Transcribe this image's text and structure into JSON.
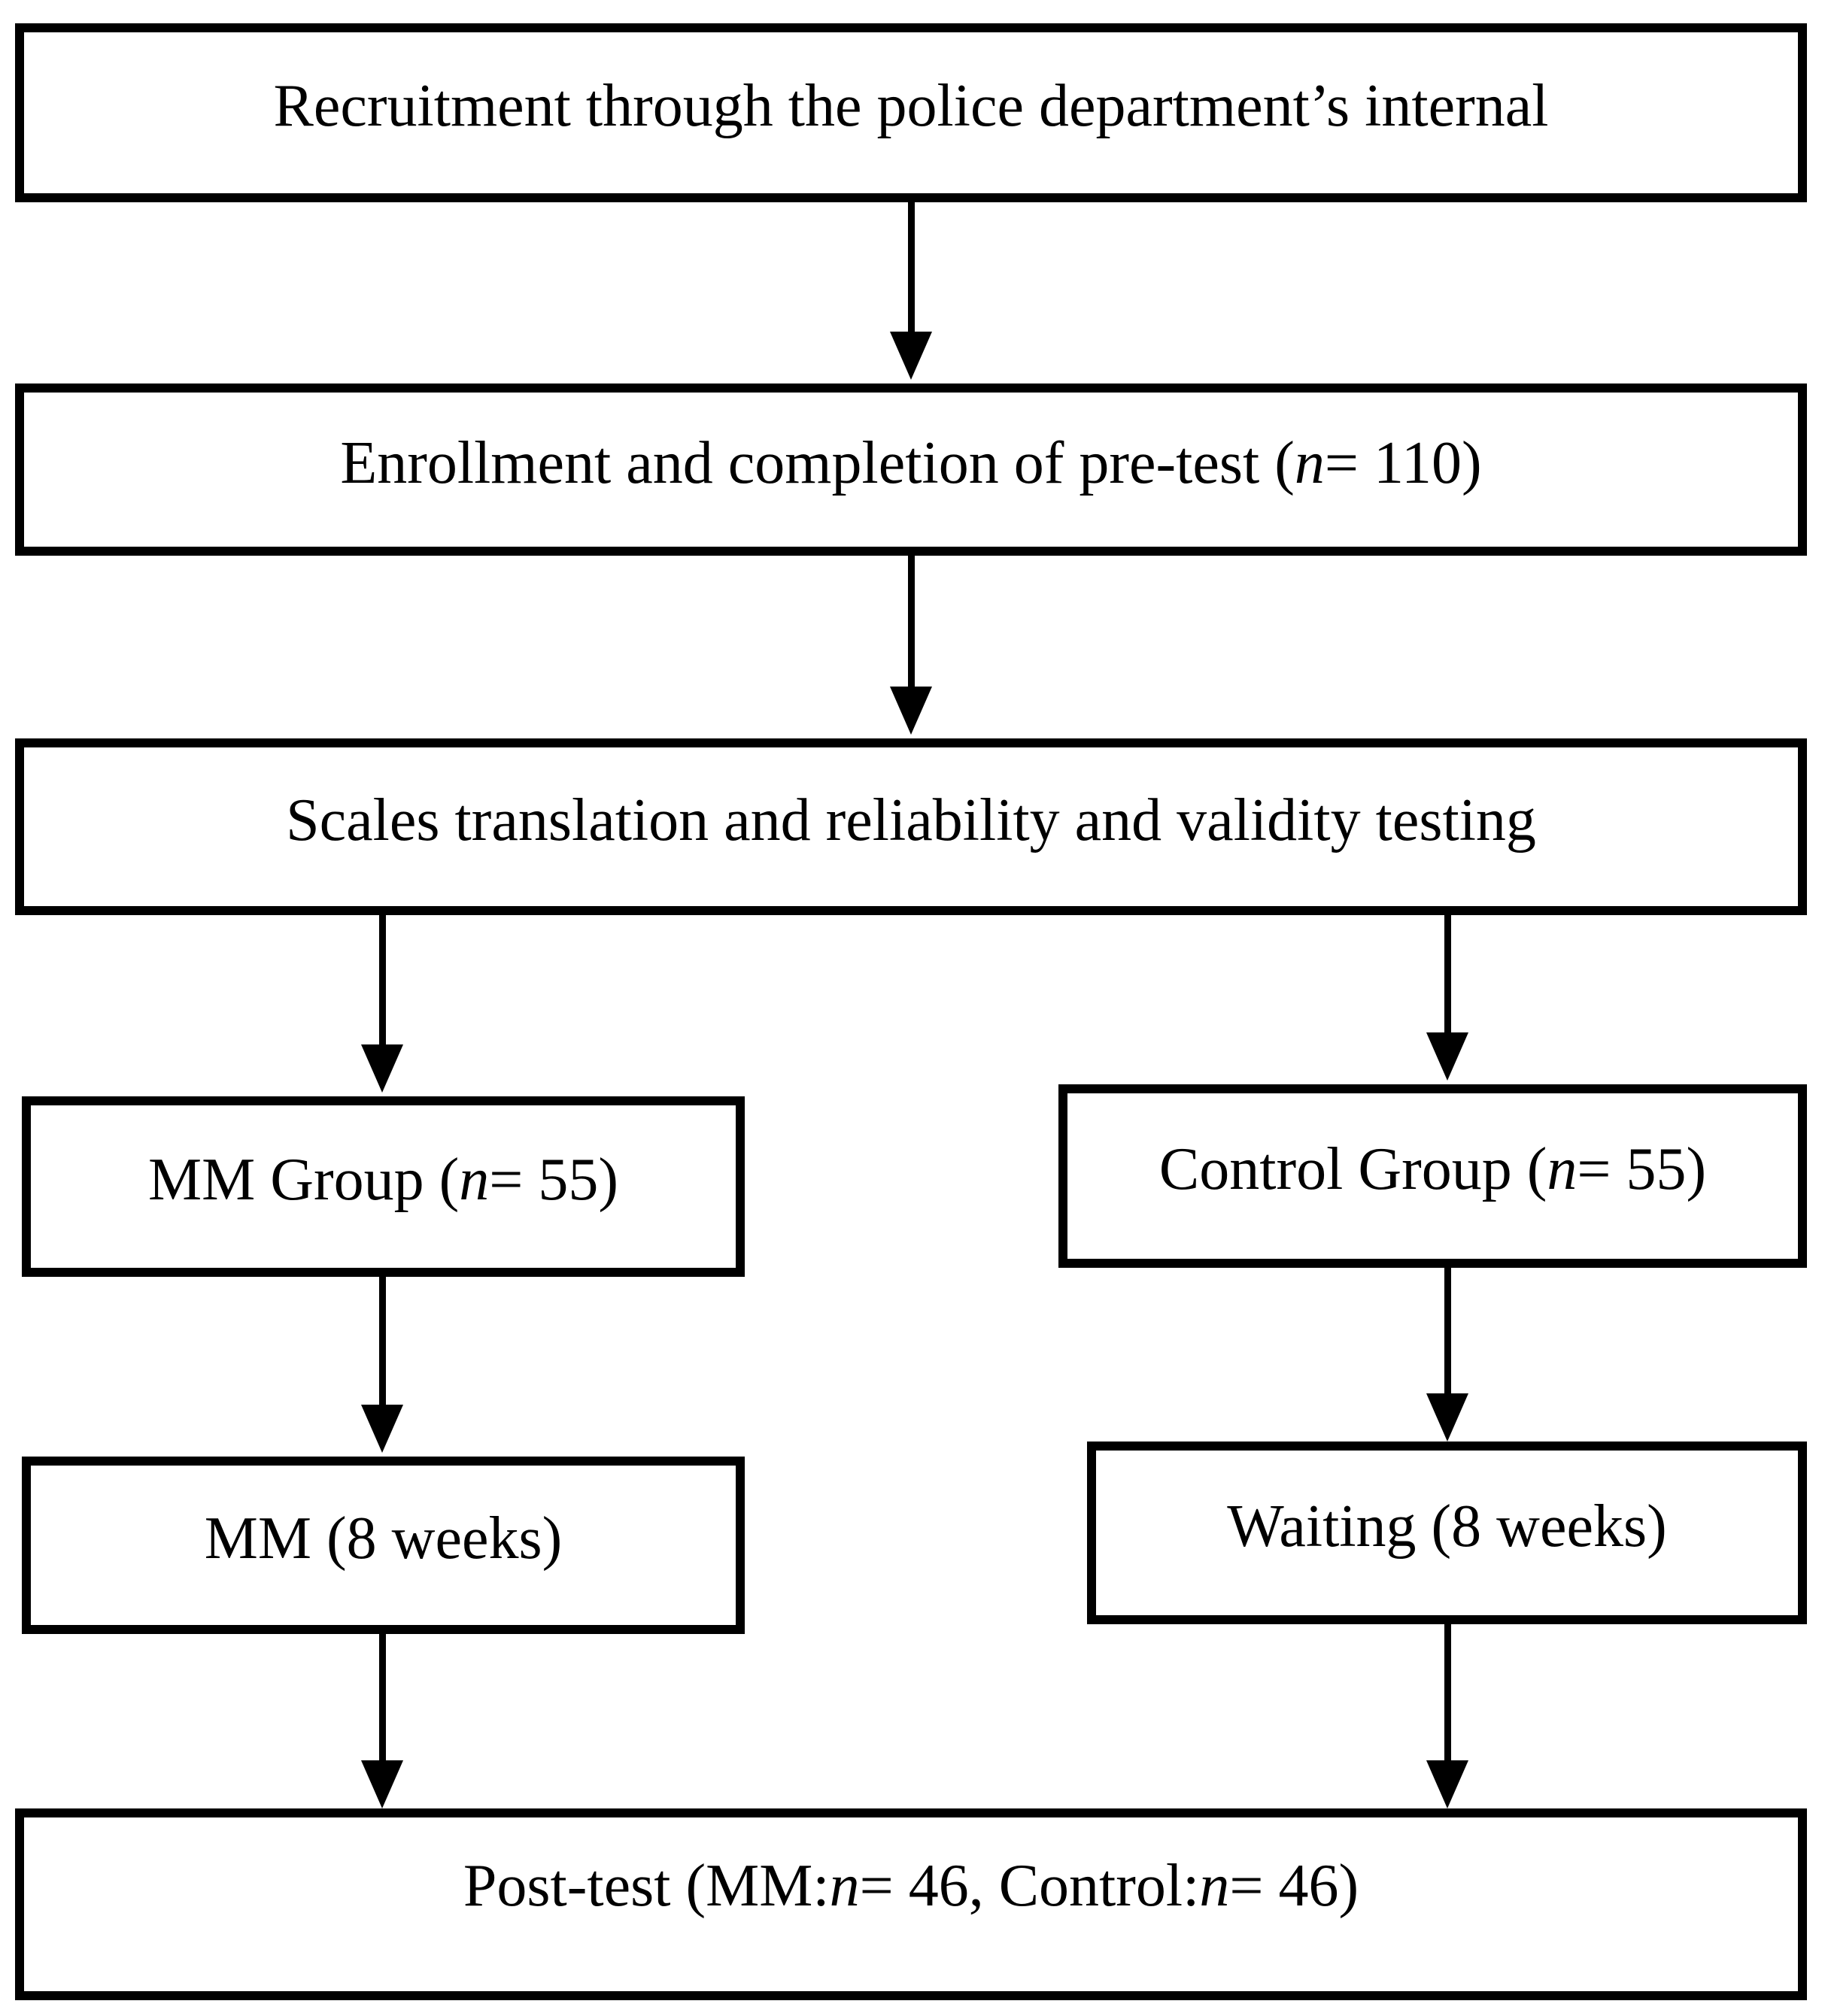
{
  "figure": {
    "type": "flowchart",
    "background_color": "#ffffff",
    "stroke_color": "#000000",
    "text_color": "#000000"
  },
  "nodes": {
    "recruitment": {
      "parts": [
        {
          "t": "Recruitment through the police department’s internal"
        }
      ]
    },
    "enrollment": {
      "parts": [
        {
          "t": "Enrollment and completion of pre-test ("
        },
        {
          "t": "n",
          "italic": true
        },
        {
          "t": " = 110)"
        }
      ]
    },
    "scales": {
      "parts": [
        {
          "t": "Scales translation and reliability and validity testing"
        }
      ]
    },
    "mm_group": {
      "parts": [
        {
          "t": "MM Group ("
        },
        {
          "t": "n",
          "italic": true
        },
        {
          "t": " = 55)"
        }
      ]
    },
    "control_group": {
      "parts": [
        {
          "t": "Control Group ("
        },
        {
          "t": "n",
          "italic": true
        },
        {
          "t": " = 55)"
        }
      ]
    },
    "mm_8weeks": {
      "parts": [
        {
          "t": "MM (8 weeks)"
        }
      ]
    },
    "waiting_8weeks": {
      "parts": [
        {
          "t": "Waiting (8 weeks)"
        }
      ]
    },
    "post_test": {
      "parts": [
        {
          "t": "Post-test (MM: "
        },
        {
          "t": "n",
          "italic": true
        },
        {
          "t": " = 46, Control: "
        },
        {
          "t": "n",
          "italic": true
        },
        {
          "t": " = 46)"
        }
      ]
    }
  }
}
